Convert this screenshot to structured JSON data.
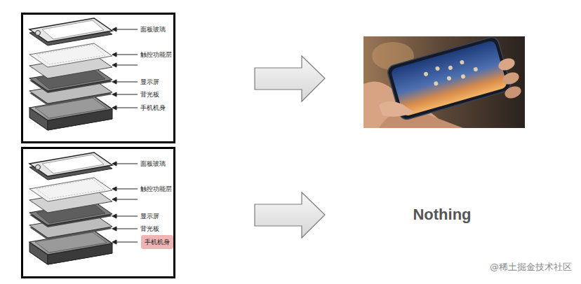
{
  "diagram": {
    "nodes": [
      {
        "text": [
          "面板玻璃",
          "触控功能层",
          "显示屏",
          "背光板",
          "手机机身"
        ]
      },
      {
        "text": [
          "面板玻璃",
          "触控功能层",
          "显示屏",
          "背光板"
        ]
      },
      {
        "text": [
          "手机机身"
        ],
        "in": 1
      }
    ],
    "labels": [
      "Nothing",
      "@稀土掘金技术社区"
    ]
  }
}
